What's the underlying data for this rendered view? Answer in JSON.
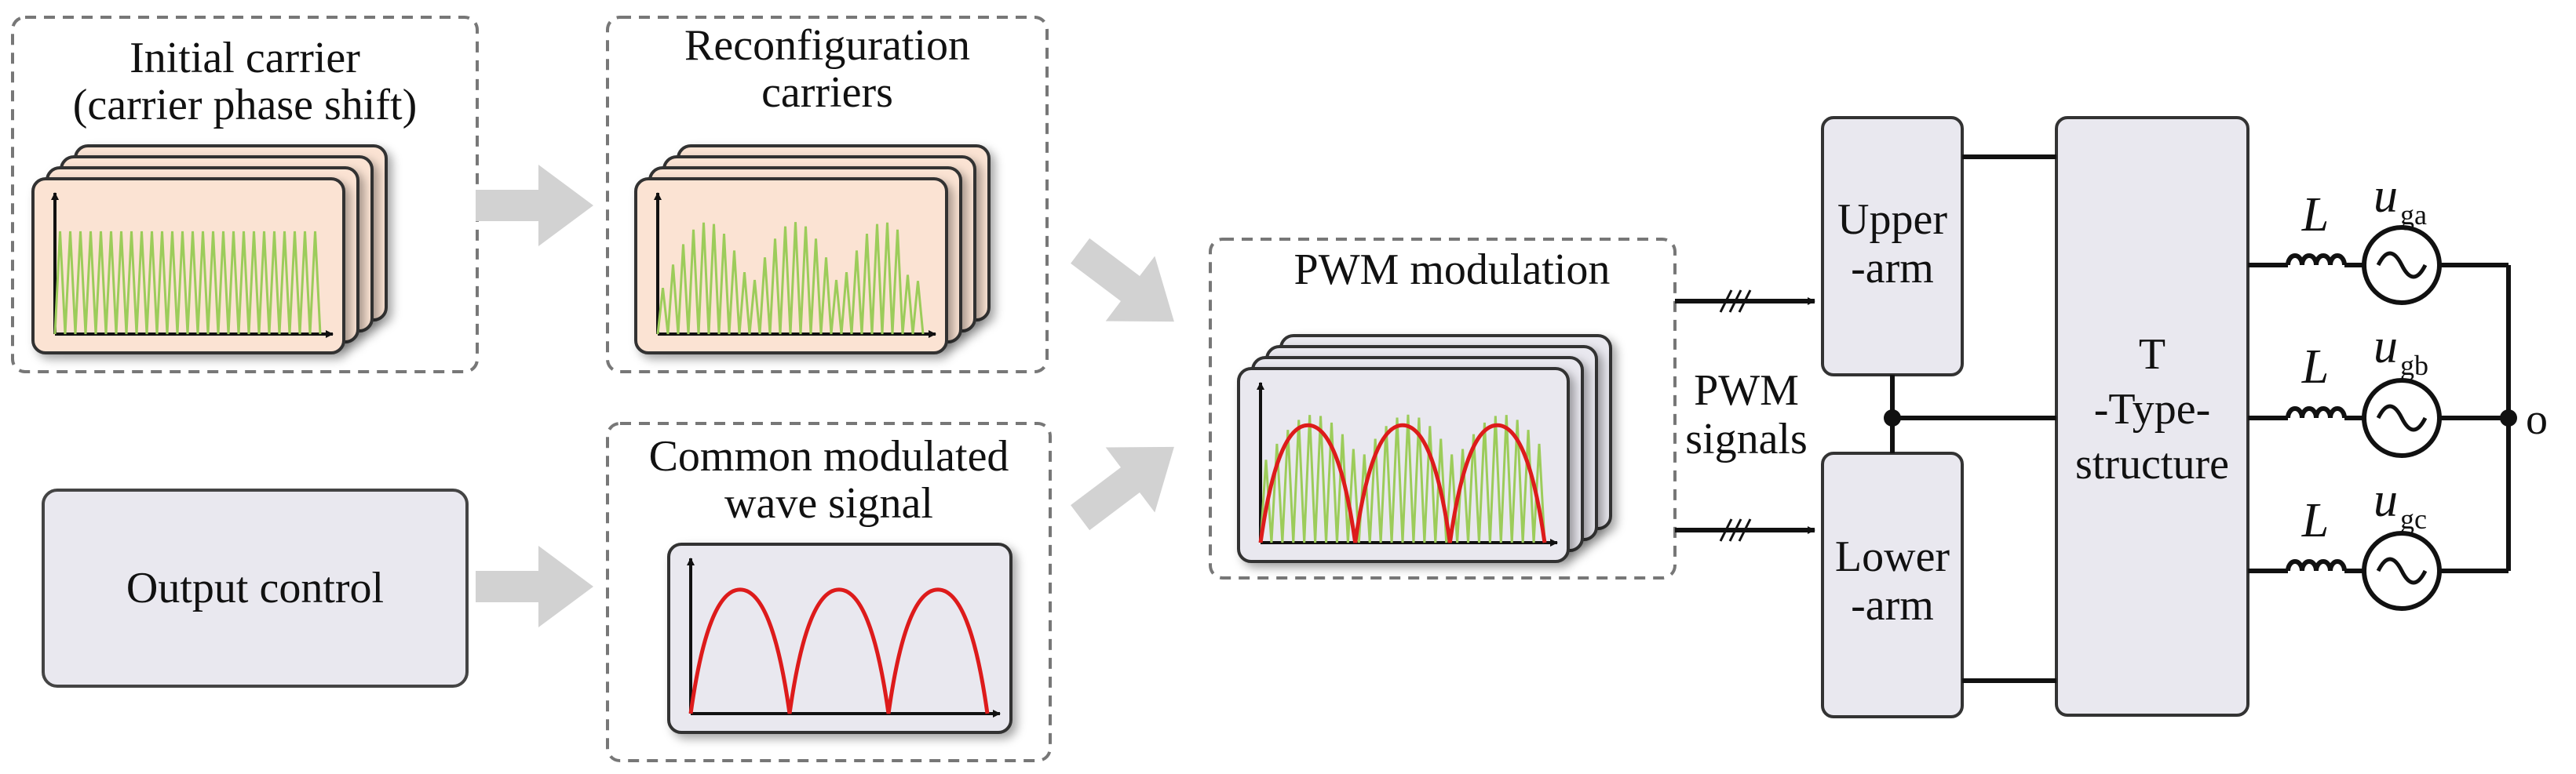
{
  "blocks": {
    "initial_carrier": {
      "line1": "Initial carrier",
      "line2": "(carrier phase shift)"
    },
    "reconfiguration": {
      "line1": "Reconfiguration",
      "line2": "carriers"
    },
    "output_control": {
      "label": "Output control"
    },
    "common_wave": {
      "line1": "Common modulated",
      "line2": "wave signal"
    },
    "pwm_modulation": {
      "label": "PWM modulation"
    },
    "pwm_signals": {
      "line1": "PWM",
      "line2": "signals"
    },
    "upper_arm": {
      "line1": "Upper",
      "line2": "-arm"
    },
    "lower_arm": {
      "line1": "Lower",
      "line2": "-arm"
    },
    "t_type": {
      "line1": "T",
      "line2": "-Type-",
      "line3": "structure"
    }
  },
  "grid": {
    "phases": [
      {
        "inductor": "L",
        "source": "u",
        "sub": "ga"
      },
      {
        "inductor": "L",
        "source": "u",
        "sub": "gb"
      },
      {
        "inductor": "L",
        "source": "u",
        "sub": "gc"
      }
    ],
    "neutral": "o"
  },
  "colors": {
    "carrier_card": "#fbe3d3",
    "card_gray": "#e9e8ef",
    "carrier_wave": "#9ccc5a",
    "modulated_wave": "#dd1b1b",
    "arrow_gray": "#d2d2d2"
  }
}
